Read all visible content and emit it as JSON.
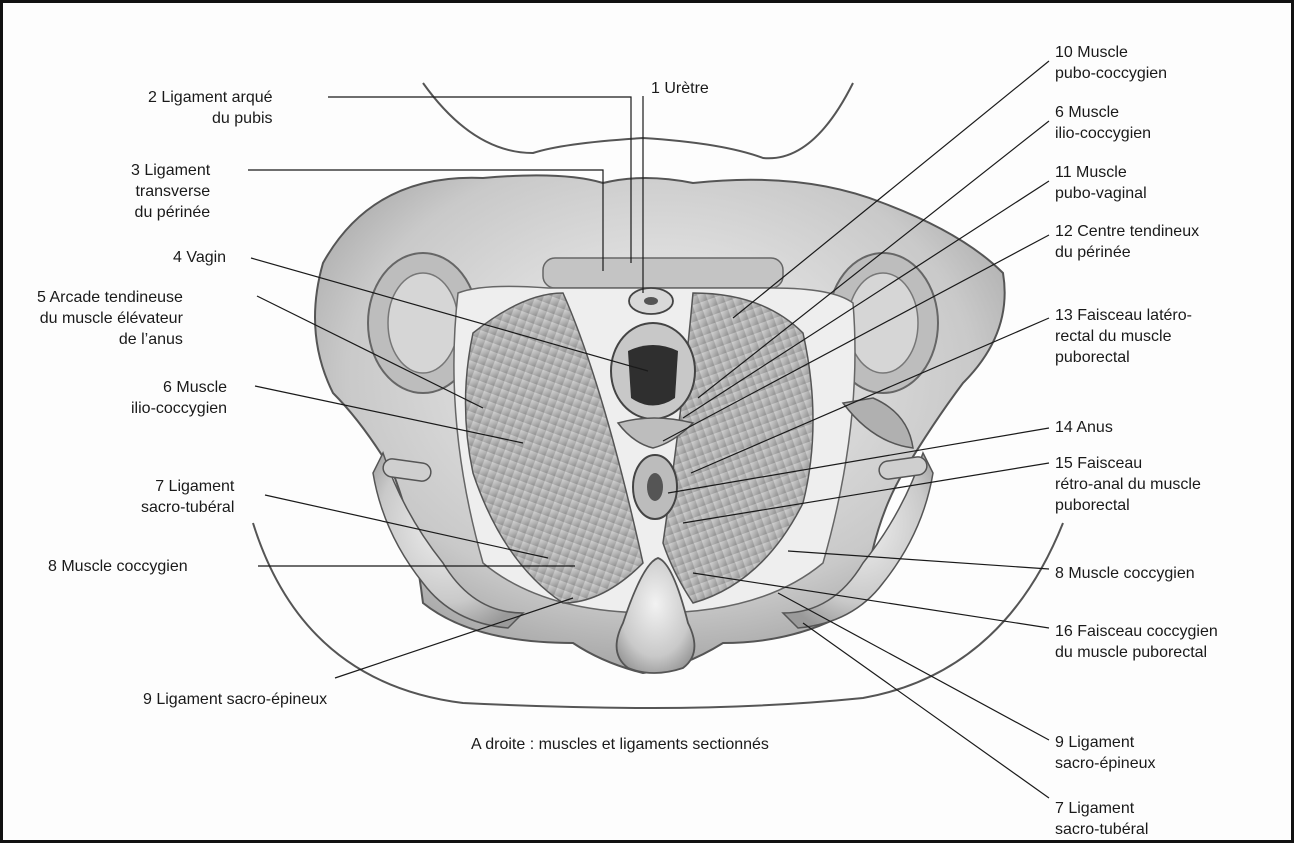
{
  "caption": "A droite : muscles et ligaments sectionnés",
  "labels": {
    "l1": [
      "1 Urètre"
    ],
    "l2": [
      "2 Ligament arqué",
      "du pubis"
    ],
    "l3": [
      "3 Ligament",
      "transverse",
      "du périnée"
    ],
    "l4": [
      "4 Vagin"
    ],
    "l5": [
      "5 Arcade tendineuse",
      "du muscle élévateur",
      "de l’anus"
    ],
    "l6l": [
      "6 Muscle",
      "ilio-coccygien"
    ],
    "l7l": [
      "7 Ligament",
      "sacro-tubéral"
    ],
    "l8l": [
      "8 Muscle coccygien"
    ],
    "l9l": [
      "9 Ligament sacro-épineux"
    ],
    "r10": [
      "10 Muscle",
      "pubo-coccygien"
    ],
    "r6": [
      "6 Muscle",
      "ilio-coccygien"
    ],
    "r11": [
      "11 Muscle",
      "pubo-vaginal"
    ],
    "r12": [
      "12 Centre tendineux",
      "du périnée"
    ],
    "r13": [
      "13 Faisceau latéro-",
      "rectal du muscle",
      "puborectal"
    ],
    "r14": [
      "14 Anus"
    ],
    "r15": [
      "15 Faisceau",
      "rétro-anal du muscle",
      "puborectal"
    ],
    "r8": [
      "8 Muscle coccygien"
    ],
    "r16": [
      "16 Faisceau coccygien",
      "du muscle puborectal"
    ],
    "r9": [
      "9 Ligament",
      "sacro-épineux"
    ],
    "r7": [
      "7 Ligament",
      "sacro-tubéral"
    ]
  }
}
